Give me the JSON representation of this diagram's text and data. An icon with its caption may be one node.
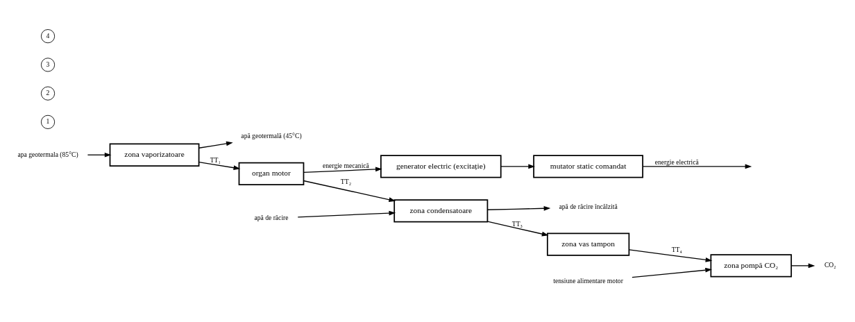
{
  "diagram": {
    "nodes": [
      {
        "text": [
          "apa geotermala (85°C)"
        ]
      },
      {
        "text": [
          "zona vaporizatoare"
        ]
      },
      {
        "text": [
          "apă geotermală (45°C)"
        ]
      },
      {
        "text": [
          "organ motor"
        ]
      },
      {
        "text": [
          "generator electric (excitație)"
        ]
      },
      {
        "text": [
          "mutator static comandat"
        ]
      },
      {
        "text": [
          "apă de răcire încălzită"
        ]
      },
      {
        "text": [
          "zona condensatoare"
        ]
      },
      {
        "text": [
          "apă de răcire"
        ]
      },
      {
        "text": [
          "zona vas tampon"
        ]
      },
      {
        "text": [
          "zona pompă CO₂"
        ]
      },
      {
        "text": [
          "tensiune alimentare motor"
        ]
      },
      {
        "text": [
          "CO₂"
        ]
      }
    ],
    "edges": [
      {
        "from": 0,
        "to": 1,
        "arrow": "to"
      },
      {
        "from": 1,
        "to": 2,
        "arrow": "to"
      },
      {
        "from": 1,
        "to": 3,
        "arrow": "to",
        "label": "TT₁"
      },
      {
        "from": 3,
        "to": 4,
        "arrow": "to",
        "label": "energie mecanică"
      },
      {
        "from": 4,
        "to": 5,
        "arrow": "to"
      },
      {
        "from": 5,
        "to": null,
        "arrow": "to",
        "label": "energie electrică"
      },
      {
        "from": 3,
        "to": 7,
        "arrow": "to",
        "label": "TT₂"
      },
      {
        "from": 7,
        "to": 6,
        "arrow": "to"
      },
      {
        "from": 8,
        "to": 7,
        "arrow": "to"
      },
      {
        "from": 7,
        "to": 9,
        "arrow": "to",
        "label": "TT₃"
      },
      {
        "from": 9,
        "to": 10,
        "arrow": "to",
        "label": "TT₄"
      },
      {
        "from": 11,
        "to": 10,
        "arrow": "to"
      },
      {
        "from": 10,
        "to": 12,
        "arrow": "to"
      }
    ],
    "labels": [
      "1",
      "2",
      "3",
      "4"
    ]
  }
}
